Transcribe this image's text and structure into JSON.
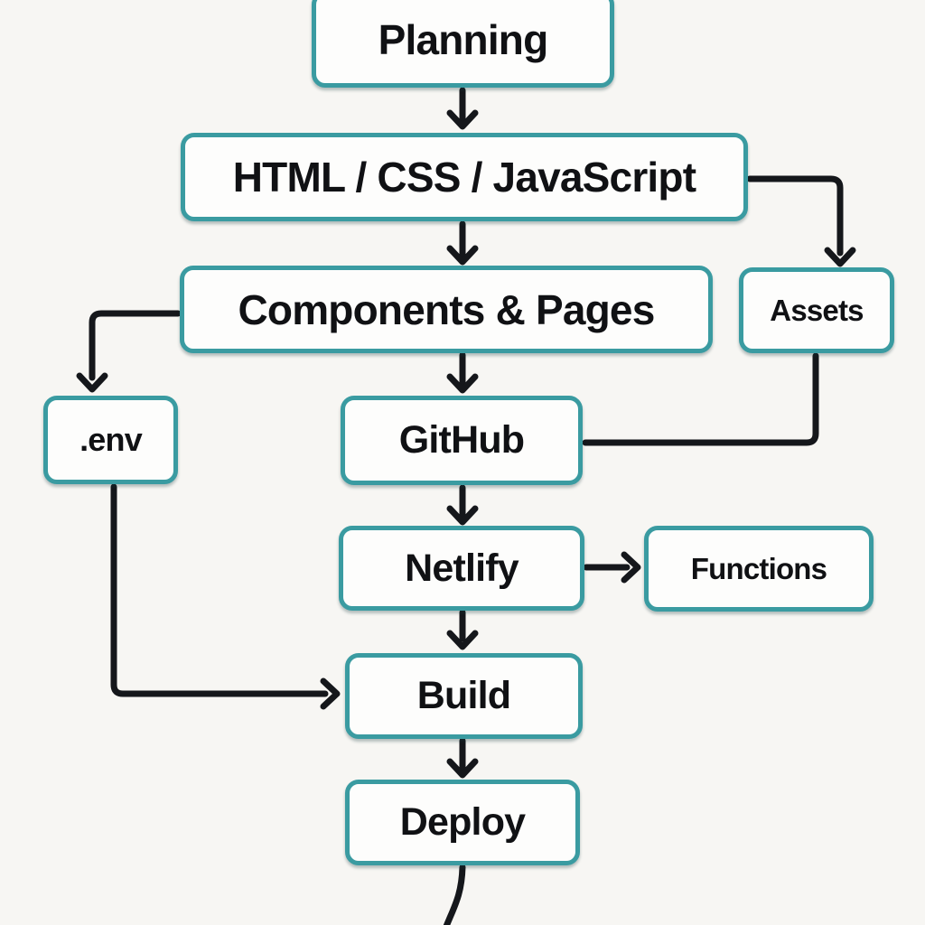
{
  "theme": {
    "bg": "#f7f6f3",
    "accent": "#3a9ba1",
    "line": "#15171b",
    "text": "#101114",
    "box-fill": "#fdfdfc"
  },
  "nodes": {
    "planning": {
      "label": "Planning"
    },
    "stack": {
      "label": "HTML / CSS / JavaScript"
    },
    "components": {
      "label": "Components & Pages"
    },
    "assets": {
      "label": "Assets"
    },
    "env": {
      "label": ".env"
    },
    "github": {
      "label": "GitHub"
    },
    "netlify": {
      "label": "Netlify"
    },
    "functions": {
      "label": "Functions"
    },
    "build": {
      "label": "Build"
    },
    "deploy": {
      "label": "Deploy"
    }
  },
  "edges": [
    {
      "from": "Planning",
      "to": "HTML / CSS / JavaScript",
      "arrow": true
    },
    {
      "from": "HTML / CSS / JavaScript",
      "to": "Components & Pages",
      "arrow": true
    },
    {
      "from": "HTML / CSS / JavaScript",
      "to": "Assets",
      "arrow": true
    },
    {
      "from": "Components & Pages",
      "to": "GitHub",
      "arrow": true
    },
    {
      "from": "Components & Pages",
      "to": ".env",
      "arrow": true
    },
    {
      "from": "Assets",
      "to": "GitHub",
      "arrow": false
    },
    {
      "from": ".env",
      "to": "Build",
      "arrow": true
    },
    {
      "from": "GitHub",
      "to": "Netlify",
      "arrow": true
    },
    {
      "from": "Netlify",
      "to": "Functions",
      "arrow": true
    },
    {
      "from": "Netlify",
      "to": "Build",
      "arrow": true
    },
    {
      "from": "Build",
      "to": "Deploy",
      "arrow": true
    },
    {
      "from": "Deploy",
      "to": "offscreen-bottom",
      "arrow": false
    }
  ]
}
